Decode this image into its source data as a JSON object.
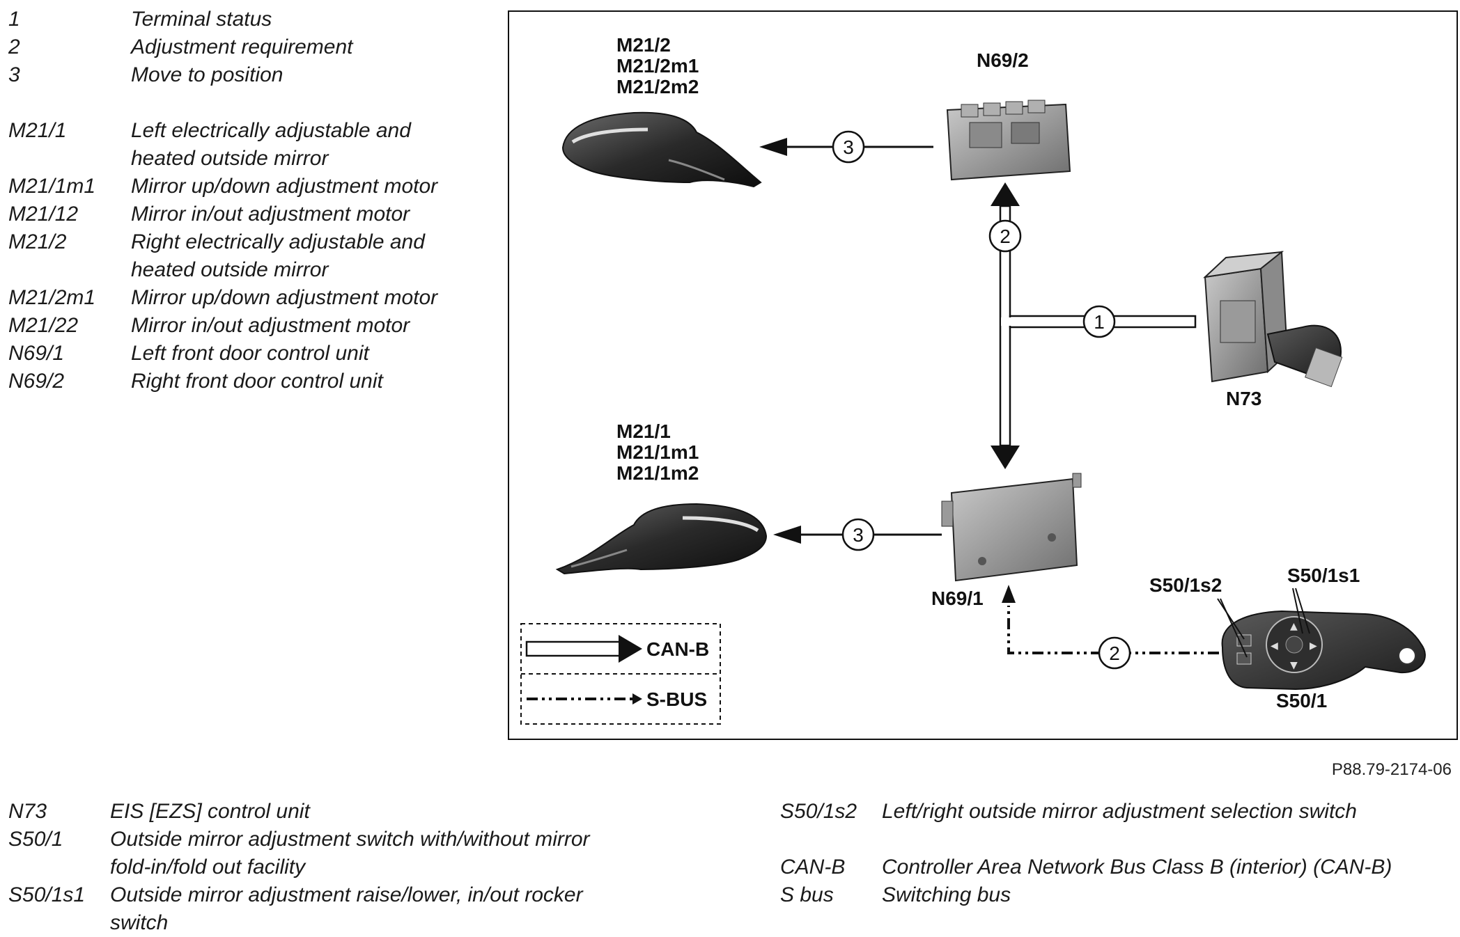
{
  "legend_top": [
    {
      "code": "1",
      "desc": "Terminal status"
    },
    {
      "code": "2",
      "desc": "Adjustment requirement"
    },
    {
      "code": "3",
      "desc": "Move to position"
    },
    {
      "code": "M21/1",
      "desc": "Left electrically adjustable and heated outside mirror"
    },
    {
      "code": "M21/1m1",
      "desc": "Mirror up/down adjustment motor"
    },
    {
      "code": "M21/12",
      "desc": "Mirror in/out adjustment motor"
    },
    {
      "code": "M21/2",
      "desc": "Right electrically adjustable and heated outside mirror"
    },
    {
      "code": "M21/2m1",
      "desc": "Mirror up/down adjustment motor"
    },
    {
      "code": "M21/22",
      "desc": "Mirror in/out adjustment motor"
    },
    {
      "code": "N69/1",
      "desc": "Left front door control unit"
    },
    {
      "code": "N69/2",
      "desc": "Right front door control unit"
    }
  ],
  "legend_bottom_left": [
    {
      "code": "N73",
      "desc": "EIS [EZS] control unit"
    },
    {
      "code": "S50/1",
      "desc": "Outside mirror adjustment switch with/without mirror fold-in/fold out facility"
    },
    {
      "code": "S50/1s1",
      "desc": "Outside mirror adjustment raise/lower, in/out rocker switch"
    }
  ],
  "legend_bottom_right": [
    {
      "code": "S50/1s2",
      "desc": "Left/right outside mirror adjustment selection switch"
    },
    {
      "code": "CAN-B",
      "desc": "Controller Area Network Bus Class B (interior) (CAN-B)"
    },
    {
      "code": "S bus",
      "desc": "Switching bus"
    }
  ],
  "figure_id": "P88.79-2174-06",
  "diagram": {
    "right_mirror_labels": [
      "M21/2",
      "M21/2m1",
      "M21/2m2"
    ],
    "left_mirror_labels": [
      "M21/1",
      "M21/1m1",
      "M21/1m2"
    ],
    "n69_2": "N69/2",
    "n69_1": "N69/1",
    "n73": "N73",
    "s50_1": "S50/1",
    "s50_1s1": "S50/1s1",
    "s50_1s2": "S50/1s2",
    "markers": {
      "move_top": "3",
      "adjust_top": "2",
      "terminal": "1",
      "move_bottom": "3",
      "adjust_bottom": "2"
    },
    "key": {
      "can_b": "CAN-B",
      "s_bus": "S-BUS"
    }
  }
}
